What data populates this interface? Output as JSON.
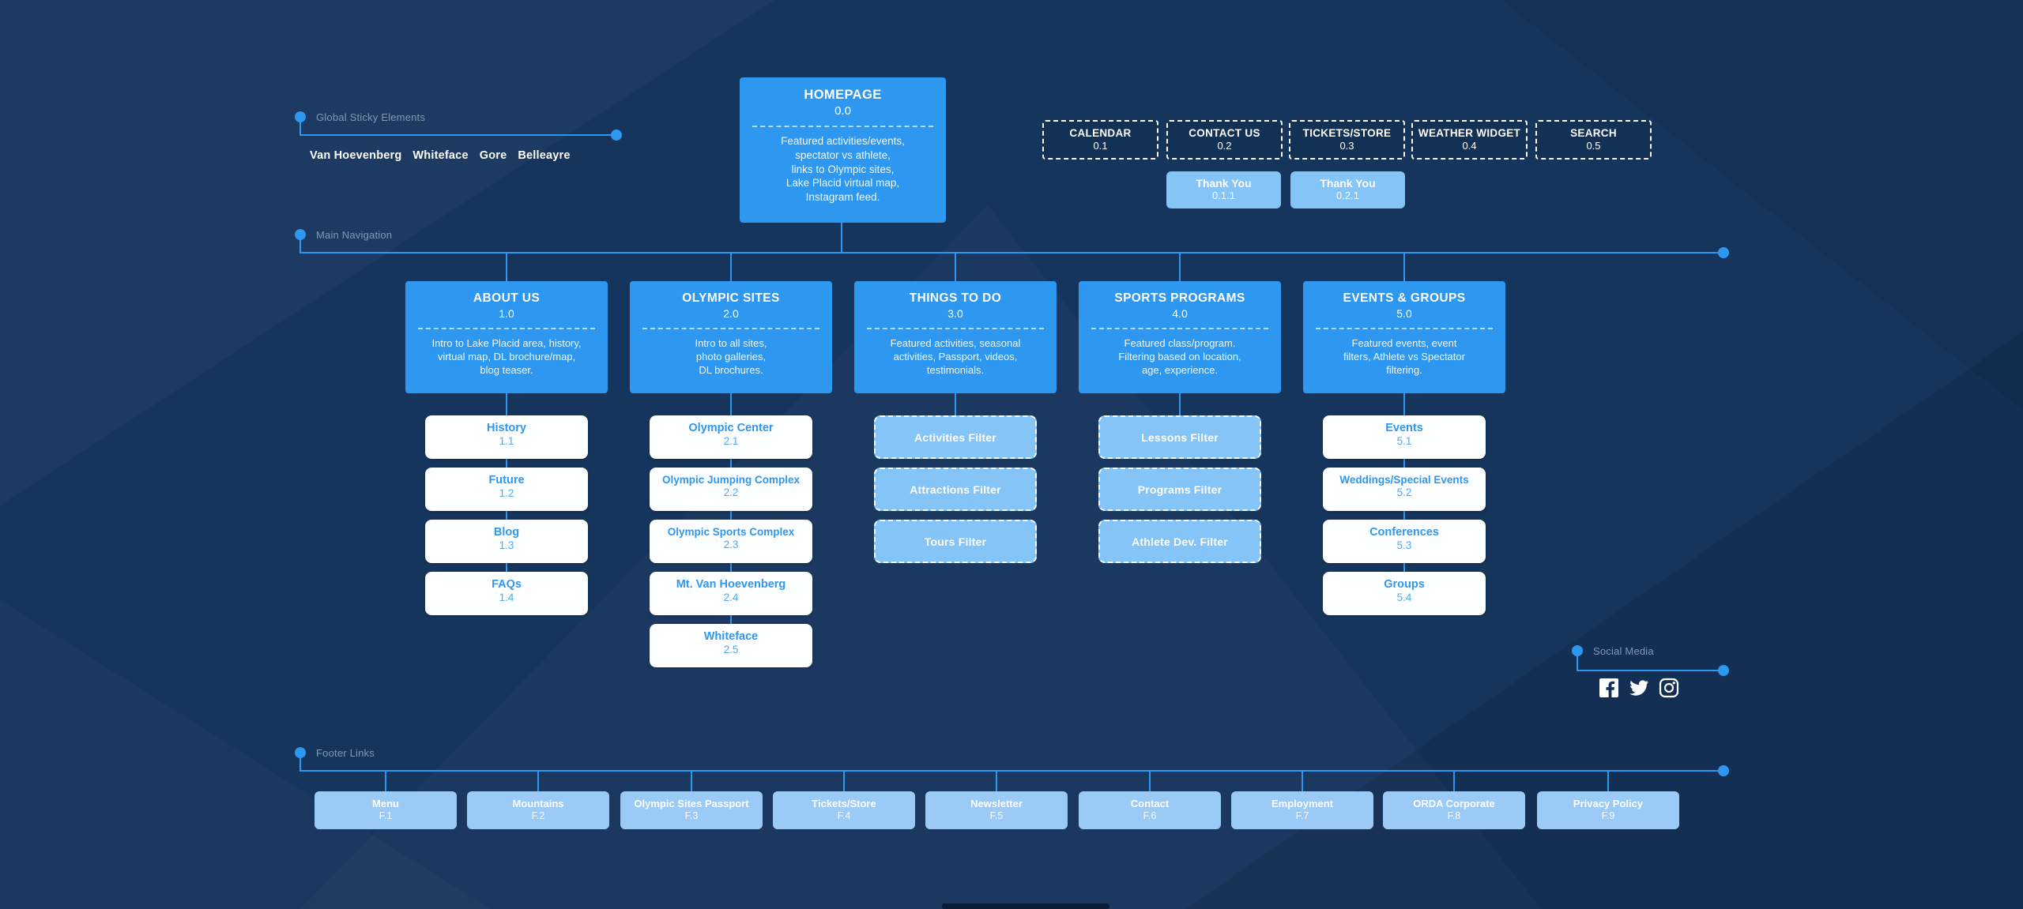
{
  "colors": {
    "background": "#16355d",
    "accent_blue": "#2e97f0",
    "light_blue": "#85c4f6",
    "footer_blue": "#9bcaf7",
    "box_white": "#ffffff",
    "annotation_gray": "#8298b4"
  },
  "annotations": {
    "global_sticky": "Global Sticky Elements",
    "main_navigation": "Main Navigation",
    "social_media": "Social Media",
    "footer_links": "Footer Links"
  },
  "sticky_items": [
    {
      "label": "Van Hoevenberg"
    },
    {
      "label": "Whiteface"
    },
    {
      "label": "Gore"
    },
    {
      "label": "Belleayre"
    }
  ],
  "homepage": {
    "title": "HOMEPAGE",
    "number": "0.0",
    "description": "Featured activities/events,\nspectator vs athlete,\nlinks to Olympic sites,\nLake Placid virtual map,\nInstagram feed."
  },
  "utilities": [
    {
      "title": "CALENDAR",
      "number": "0.1"
    },
    {
      "title": "CONTACT US",
      "number": "0.2"
    },
    {
      "title": "TICKETS/STORE",
      "number": "0.3"
    },
    {
      "title": "WEATHER WIDGET",
      "number": "0.4"
    },
    {
      "title": "SEARCH",
      "number": "0.5"
    }
  ],
  "thank_you": [
    {
      "title": "Thank You",
      "number": "0.1.1"
    },
    {
      "title": "Thank You",
      "number": "0.2.1"
    }
  ],
  "sections": [
    {
      "title": "ABOUT US",
      "number": "1.0",
      "description": "Intro to Lake Placid area, history,\nvirtual map, DL brochure/map,\nblog teaser.",
      "children": [
        {
          "label": "History",
          "number": "1.1"
        },
        {
          "label": "Future",
          "number": "1.2"
        },
        {
          "label": "Blog",
          "number": "1.3"
        },
        {
          "label": "FAQs",
          "number": "1.4"
        }
      ]
    },
    {
      "title": "OLYMPIC SITES",
      "number": "2.0",
      "description": "Intro to all sites,\nphoto galleries,\nDL brochures.",
      "children": [
        {
          "label": "Olympic Center",
          "number": "2.1"
        },
        {
          "label": "Olympic Jumping Complex",
          "number": "2.2"
        },
        {
          "label": "Olympic Sports Complex",
          "number": "2.3"
        },
        {
          "label": "Mt. Van Hoevenberg",
          "number": "2.4"
        },
        {
          "label": "Whiteface",
          "number": "2.5"
        }
      ]
    },
    {
      "title": "THINGS TO DO",
      "number": "3.0",
      "description": "Featured activities, seasonal\nactivities, Passport, videos,\ntestimonials.",
      "children": [
        {
          "label": "Activities Filter"
        },
        {
          "label": "Attractions Filter"
        },
        {
          "label": "Tours Filter"
        }
      ]
    },
    {
      "title": "SPORTS PROGRAMS",
      "number": "4.0",
      "description": "Featured class/program.\nFiltering based on location,\nage, experience.",
      "children": [
        {
          "label": "Lessons Filter"
        },
        {
          "label": "Programs Filter"
        },
        {
          "label": "Athlete Dev. Filter"
        }
      ]
    },
    {
      "title": "EVENTS & GROUPS",
      "number": "5.0",
      "description": "Featured events, event\nfilters, Athlete vs Spectator\nfiltering.",
      "children": [
        {
          "label": "Events",
          "number": "5.1"
        },
        {
          "label": "Weddings/Special Events",
          "number": "5.2"
        },
        {
          "label": "Conferences",
          "number": "5.3"
        },
        {
          "label": "Groups",
          "number": "5.4"
        }
      ]
    }
  ],
  "social": {
    "icons": [
      {
        "name": "facebook"
      },
      {
        "name": "twitter"
      },
      {
        "name": "instagram"
      }
    ]
  },
  "footer": [
    {
      "label": "Menu",
      "number": "F.1"
    },
    {
      "label": "Mountains",
      "number": "F.2"
    },
    {
      "label": "Olympic Sites Passport",
      "number": "F.3"
    },
    {
      "label": "Tickets/Store",
      "number": "F.4"
    },
    {
      "label": "Newsletter",
      "number": "F.5"
    },
    {
      "label": "Contact",
      "number": "F.6"
    },
    {
      "label": "Employment",
      "number": "F.7"
    },
    {
      "label": "ORDA Corporate",
      "number": "F.8"
    },
    {
      "label": "Privacy Policy",
      "number": "F.9"
    }
  ]
}
